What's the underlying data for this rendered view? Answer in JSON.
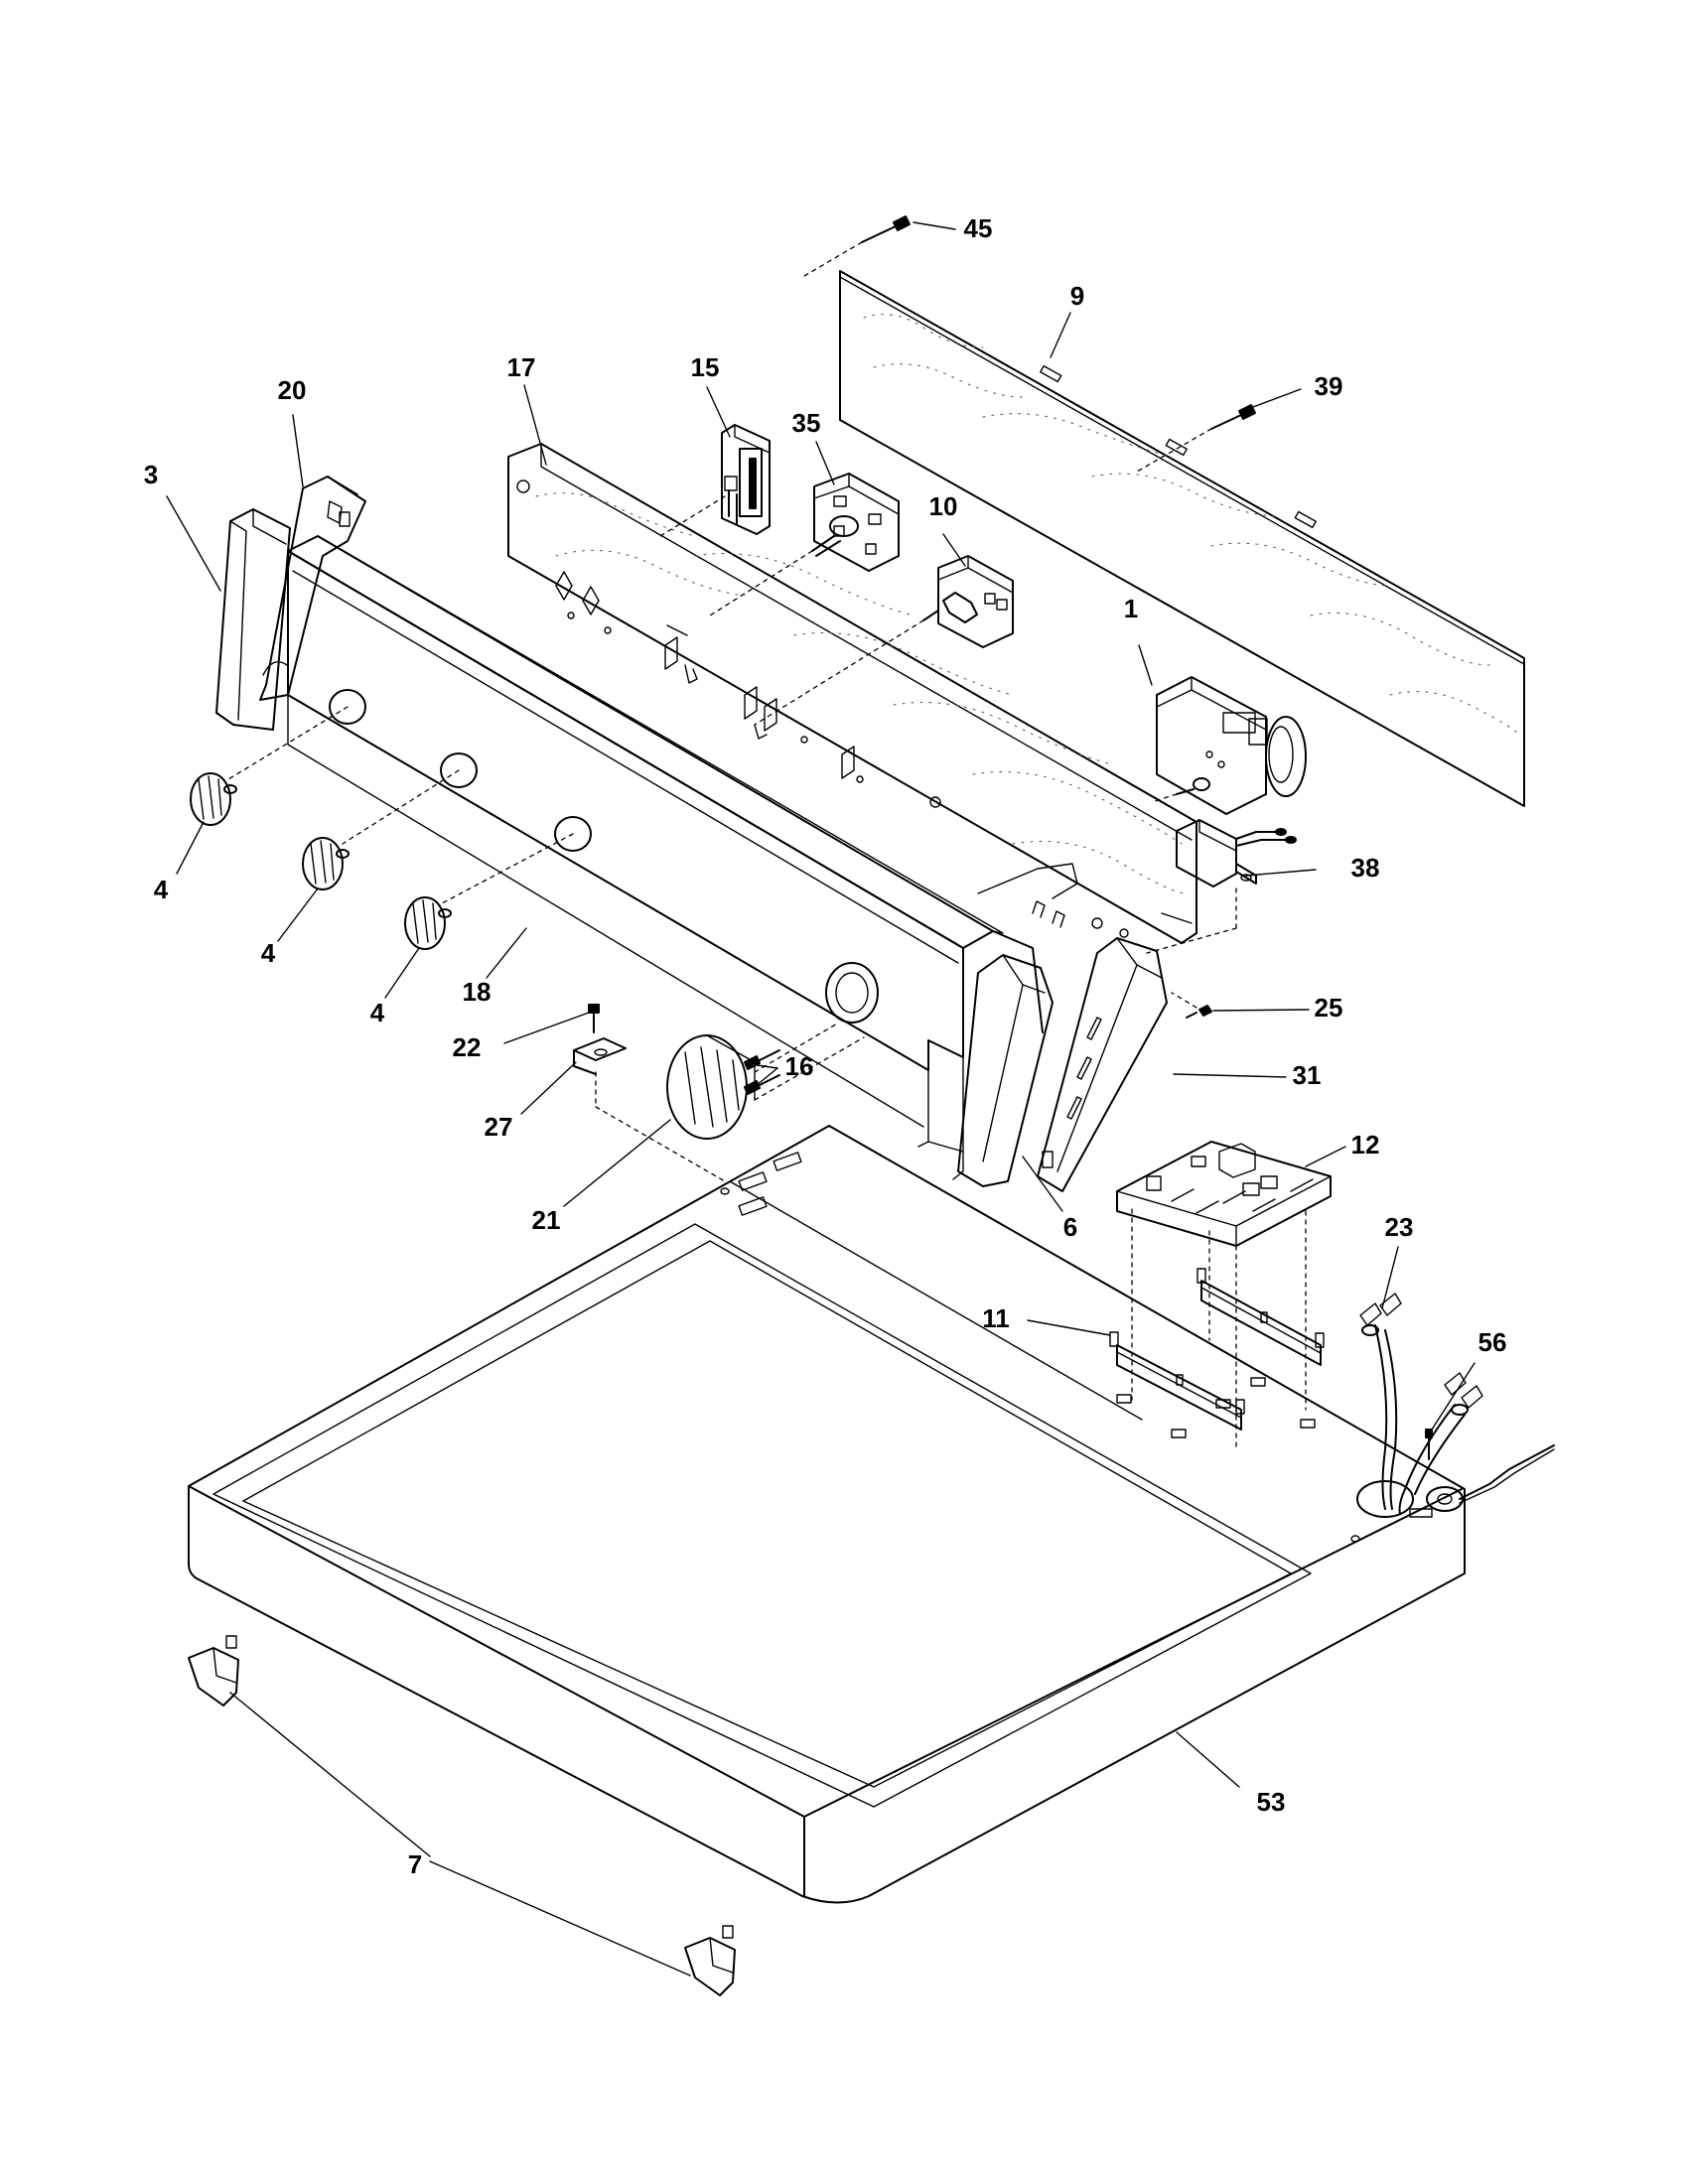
{
  "callouts": [
    {
      "id": "c45",
      "text": "45"
    },
    {
      "id": "c9",
      "text": "9"
    },
    {
      "id": "c39",
      "text": "39"
    },
    {
      "id": "c17",
      "text": "17"
    },
    {
      "id": "c15",
      "text": "15"
    },
    {
      "id": "c35",
      "text": "35"
    },
    {
      "id": "c10",
      "text": "10"
    },
    {
      "id": "c20",
      "text": "20"
    },
    {
      "id": "c3",
      "text": "3"
    },
    {
      "id": "c1",
      "text": "1"
    },
    {
      "id": "c38",
      "text": "38"
    },
    {
      "id": "c4a",
      "text": "4"
    },
    {
      "id": "c4b",
      "text": "4"
    },
    {
      "id": "c4c",
      "text": "4"
    },
    {
      "id": "c18",
      "text": "18"
    },
    {
      "id": "c25",
      "text": "25"
    },
    {
      "id": "c22",
      "text": "22"
    },
    {
      "id": "c16",
      "text": "16"
    },
    {
      "id": "c31",
      "text": "31"
    },
    {
      "id": "c27",
      "text": "27"
    },
    {
      "id": "c12",
      "text": "12"
    },
    {
      "id": "c21",
      "text": "21"
    },
    {
      "id": "c6",
      "text": "6"
    },
    {
      "id": "c23",
      "text": "23"
    },
    {
      "id": "c11",
      "text": "11"
    },
    {
      "id": "c56",
      "text": "56"
    },
    {
      "id": "c53",
      "text": "53"
    },
    {
      "id": "c7",
      "text": "7"
    }
  ]
}
